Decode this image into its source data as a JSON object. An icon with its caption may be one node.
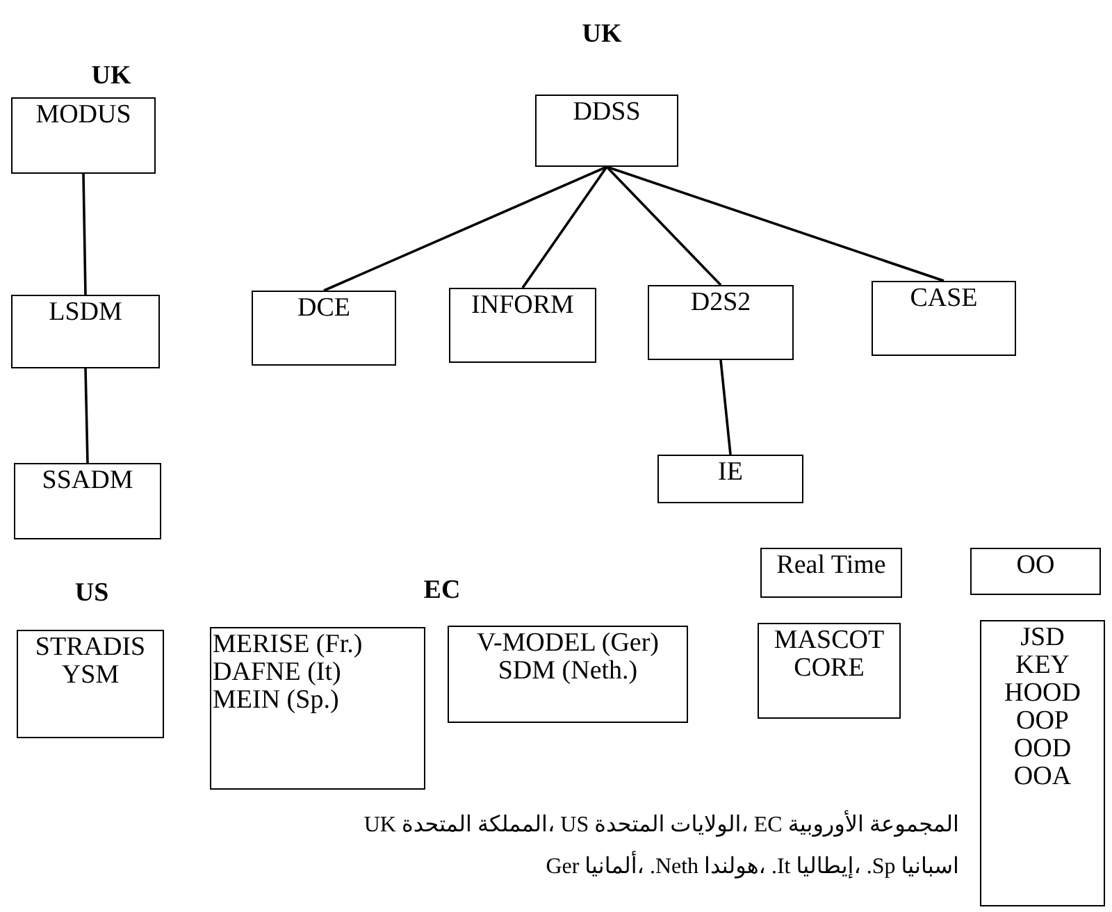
{
  "diagram": {
    "nodes": [
      {
        "text": [
          "MODUS"
        ]
      },
      {
        "text": [
          "LSDM"
        ]
      },
      {
        "text": [
          "SSADM"
        ]
      },
      {
        "text": [
          "DDSS"
        ]
      },
      {
        "text": [
          "DCE"
        ]
      },
      {
        "text": [
          "INFORM"
        ]
      },
      {
        "text": [
          "D2S2"
        ]
      },
      {
        "text": [
          "CASE"
        ]
      },
      {
        "text": [
          "IE"
        ]
      },
      {
        "text": [
          "STRADIS",
          "YSM"
        ]
      },
      {
        "text": [
          "MERISE (Fr.)",
          "DAFNE (It)",
          "MEIN (Sp.)"
        ]
      },
      {
        "text": [
          "V-MODEL (Ger)",
          "SDM (Neth.)"
        ]
      },
      {
        "text": [
          "Real Time"
        ]
      },
      {
        "text": [
          "MASCOT",
          "CORE"
        ]
      },
      {
        "text": [
          "OO"
        ]
      },
      {
        "text": [
          "JSD",
          "KEY",
          "HOOD",
          "OOP",
          "OOD",
          "OOA"
        ]
      }
    ],
    "edges": [
      {
        "from": 0,
        "to": 1,
        "arrow": "none"
      },
      {
        "from": 1,
        "to": 2,
        "arrow": "none"
      },
      {
        "from": 3,
        "to": 4,
        "arrow": "none"
      },
      {
        "from": 3,
        "to": 5,
        "arrow": "none"
      },
      {
        "from": 3,
        "to": 6,
        "arrow": "none"
      },
      {
        "from": 3,
        "to": 7,
        "arrow": "none"
      },
      {
        "from": 6,
        "to": 8,
        "arrow": "none"
      }
    ],
    "labels": [
      "UK",
      "UK",
      "US",
      "EC",
      "UK المملكة المتحدة، US الولايات المتحدة، EC المجموعة الأوروبية",
      "Ger ألمانيا، .Neth هولندا، .It إيطاليا، .Sp اسبانيا"
    ]
  }
}
